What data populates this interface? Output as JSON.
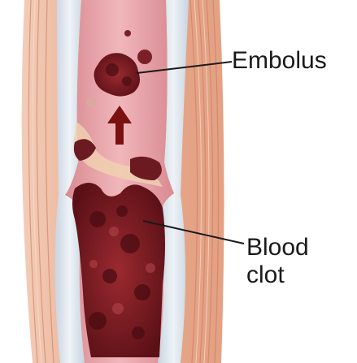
{
  "labels": {
    "embolus": "Embolus",
    "blood_clot_line1": "Blood",
    "blood_clot_line2": "clot"
  },
  "colors": {
    "muscle": "#e8a98c",
    "vessel_wall": "#d9e3ec",
    "lumen": "#e8a3a8",
    "clot": "#7d1c24",
    "clot_dark": "#4a0c12",
    "plaque": "#f0d0b0",
    "arrow": "#7a1010",
    "leader_line": "#1a1a1a"
  }
}
